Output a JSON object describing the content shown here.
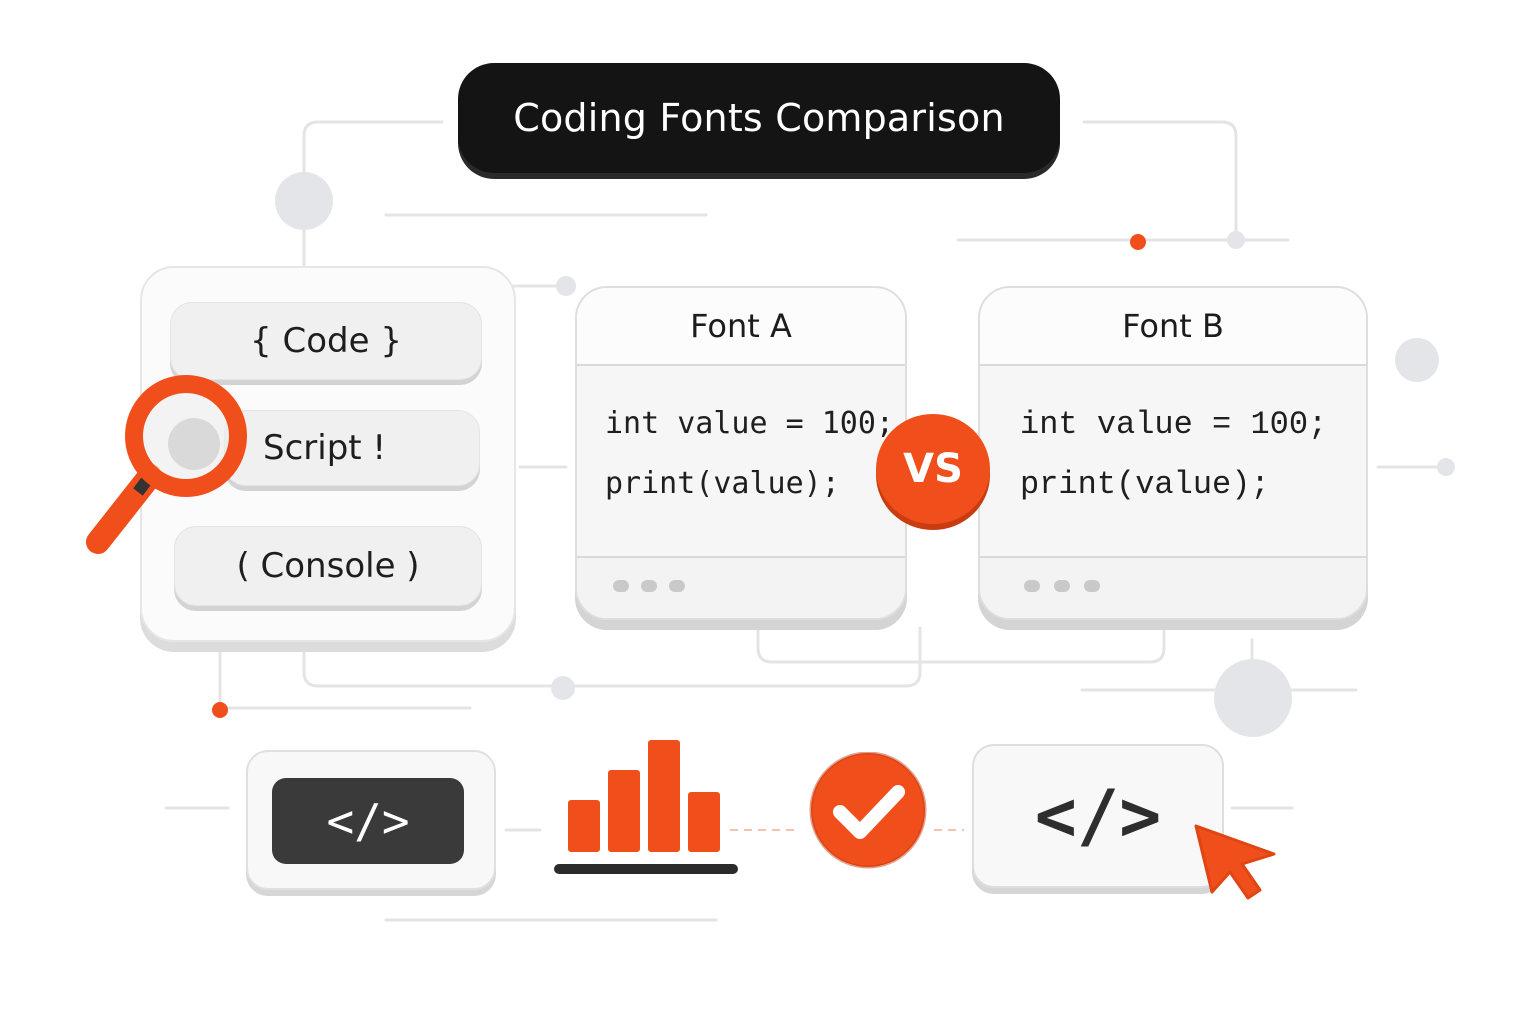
{
  "title": "Coding Fonts Comparison",
  "menu": {
    "items": [
      {
        "label": "{ Code }"
      },
      {
        "label": "Script !"
      },
      {
        "label": "( Console )"
      }
    ]
  },
  "cards": [
    {
      "name": "Font A",
      "lines": [
        "int value = 100;",
        "print(value);"
      ]
    },
    {
      "name": "Font B",
      "lines": [
        "int value = 100;",
        "print(value);"
      ]
    }
  ],
  "vs_label": "VS",
  "tags": {
    "dark_label": "</>",
    "light_label": "</>"
  },
  "icons": [
    "magnifier-icon",
    "bar-chart-icon",
    "checkmark-icon",
    "cursor-arrow-icon"
  ],
  "colors": {
    "accent": "#f04e1a",
    "dark": "#141414",
    "line": "#e3e3e3"
  }
}
